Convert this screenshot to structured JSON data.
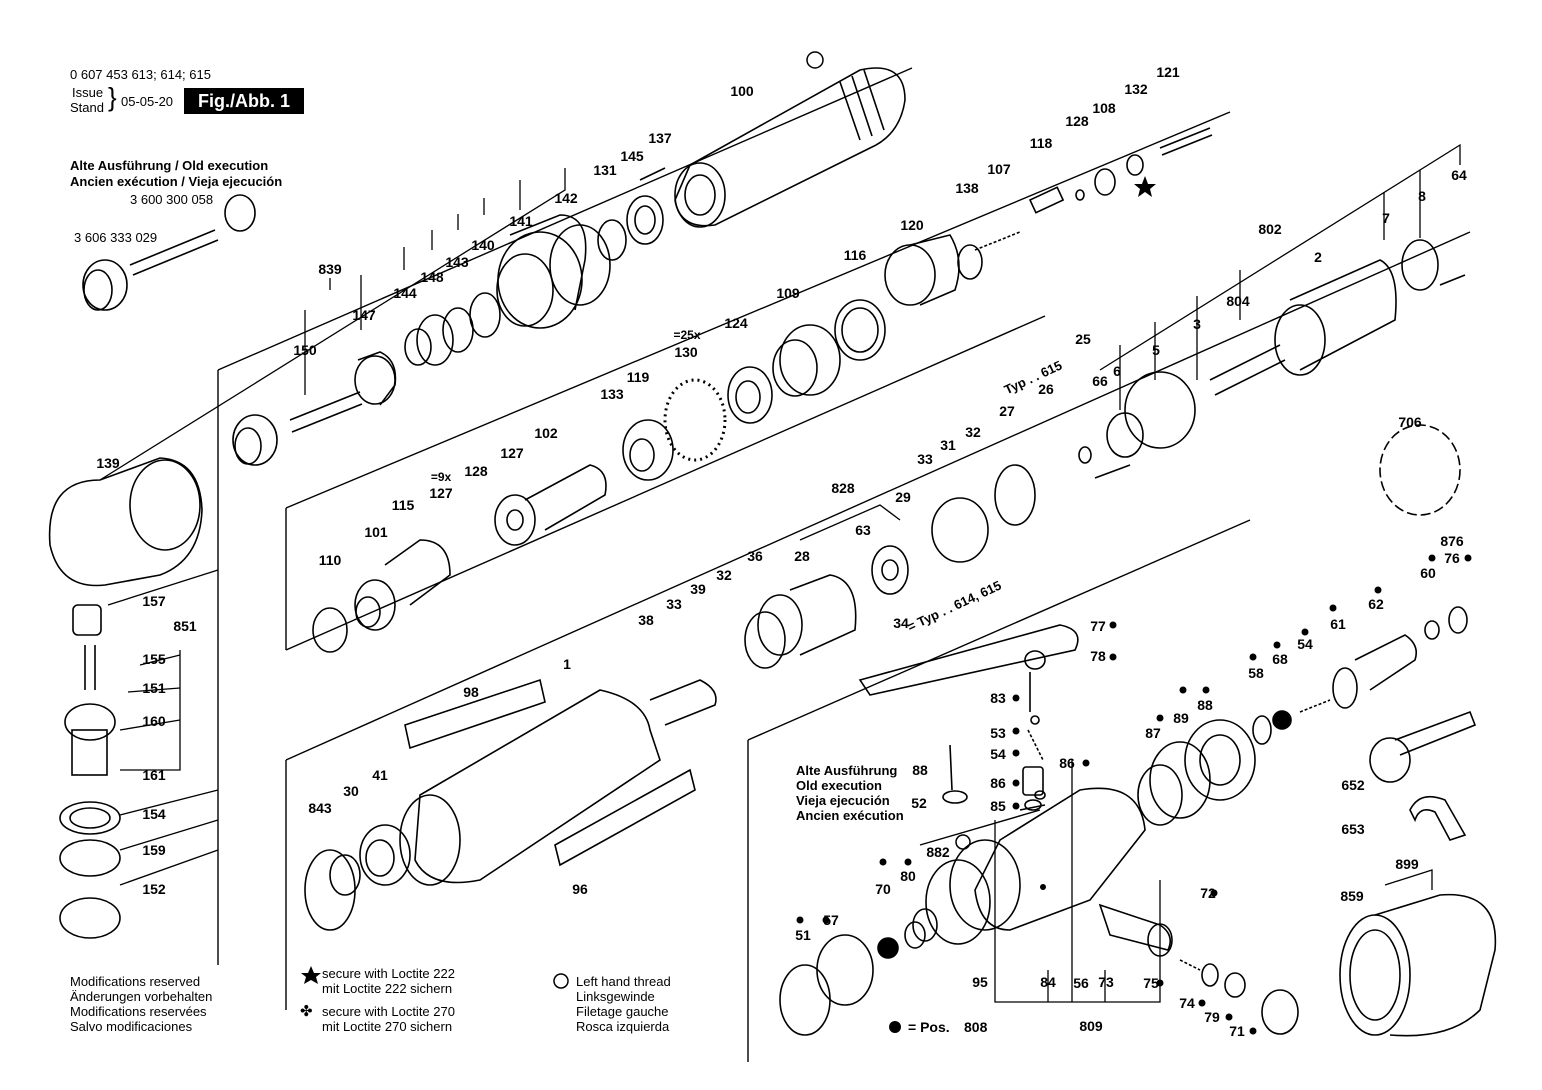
{
  "header": {
    "part_numbers": "0 607 453 613; 614; 615",
    "issue_label": "Issue",
    "stand_label": "Stand",
    "issue_date": "05-05-20",
    "figure_label": "Fig./Abb. 1"
  },
  "old_execution_top": {
    "line1": "Alte Ausführung / Old execution",
    "line2": "Ancien exécution / Vieja ejecución",
    "part_a": "3 600 300 058",
    "part_b": "3 606 333 029"
  },
  "old_execution_mid": {
    "line1": "Alte Ausführung",
    "line2": "Old execution",
    "line3": "Vieja ejecución",
    "line4": "Ancien exécution"
  },
  "variant_labels": {
    "typ_615": "Typ . . 615",
    "typ_614_615": "= Typ . . 614, 615"
  },
  "footer": {
    "modifications": [
      "Modifications reserved",
      "Änderungen vorbehalten",
      "Modifications reservées",
      "Salvo modificaciones"
    ],
    "loctite222": [
      "secure with Loctite 222",
      "mit Loctite 222 sichern"
    ],
    "loctite270": [
      "secure with Loctite 270",
      "mit Loctite 270 sichern"
    ],
    "left_thread": [
      "Left hand thread",
      "Linksgewinde",
      "Filetage gauche",
      "Rosca izquierda"
    ],
    "pos_label": "= Pos.",
    "pos_value": "808"
  },
  "part_labels": [
    "100",
    "121",
    "132",
    "108",
    "128",
    "118",
    "107",
    "138",
    "120",
    "137",
    "145",
    "131",
    "142",
    "141",
    "140",
    "143",
    "148",
    "144",
    "147",
    "839",
    "150",
    "116",
    "109",
    "124",
    "130",
    "=25x",
    "119",
    "133",
    "102",
    "127",
    "128",
    "=9x",
    "127",
    "115",
    "101",
    "110",
    "139",
    "157",
    "155",
    "151",
    "160",
    "161",
    "154",
    "159",
    "152",
    "851",
    "802",
    "7",
    "8",
    "64",
    "2",
    "804",
    "3",
    "5",
    "6",
    "66",
    "25",
    "26",
    "27",
    "32",
    "31",
    "33",
    "29",
    "828",
    "28",
    "63",
    "36",
    "32",
    "39",
    "33",
    "38",
    "706",
    "876",
    "76",
    "60",
    "62",
    "61",
    "54",
    "68",
    "58",
    "88",
    "89",
    "87",
    "652",
    "653",
    "77",
    "78",
    "83",
    "53",
    "54",
    "86",
    "85",
    "86",
    "88",
    "52",
    "882",
    "95",
    "84",
    "56",
    "73",
    "75",
    "809",
    "72",
    "74",
    "79",
    "71",
    "70",
    "80",
    "57",
    "51",
    "899",
    "859",
    "1",
    "98",
    "96",
    "843",
    "30",
    "41",
    "34"
  ],
  "colors": {
    "ink": "#000000",
    "paper": "#ffffff"
  }
}
